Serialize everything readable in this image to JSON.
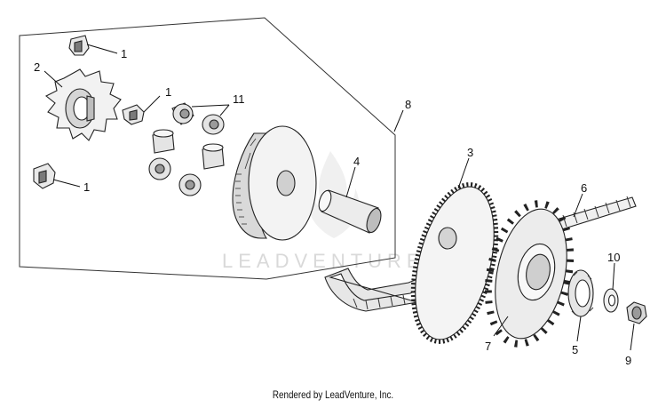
{
  "diagram": {
    "callouts": {
      "c1a": "1",
      "c1b": "1",
      "c1c": "1",
      "c2": "2",
      "c3": "3",
      "c4": "4",
      "c5": "5",
      "c6": "6",
      "c7": "7",
      "c8": "8",
      "c9": "9",
      "c10": "10",
      "c11": "11"
    },
    "watermark": "LEADVENTURE",
    "footer": "Rendered by LeadVenture, Inc."
  },
  "colors": {
    "line": "#222222",
    "part_fill_light": "#f2f2f2",
    "part_fill_mid": "#cfcfcf",
    "part_fill_dark": "#8a8a8a",
    "watermark": "#d9d9d9"
  }
}
